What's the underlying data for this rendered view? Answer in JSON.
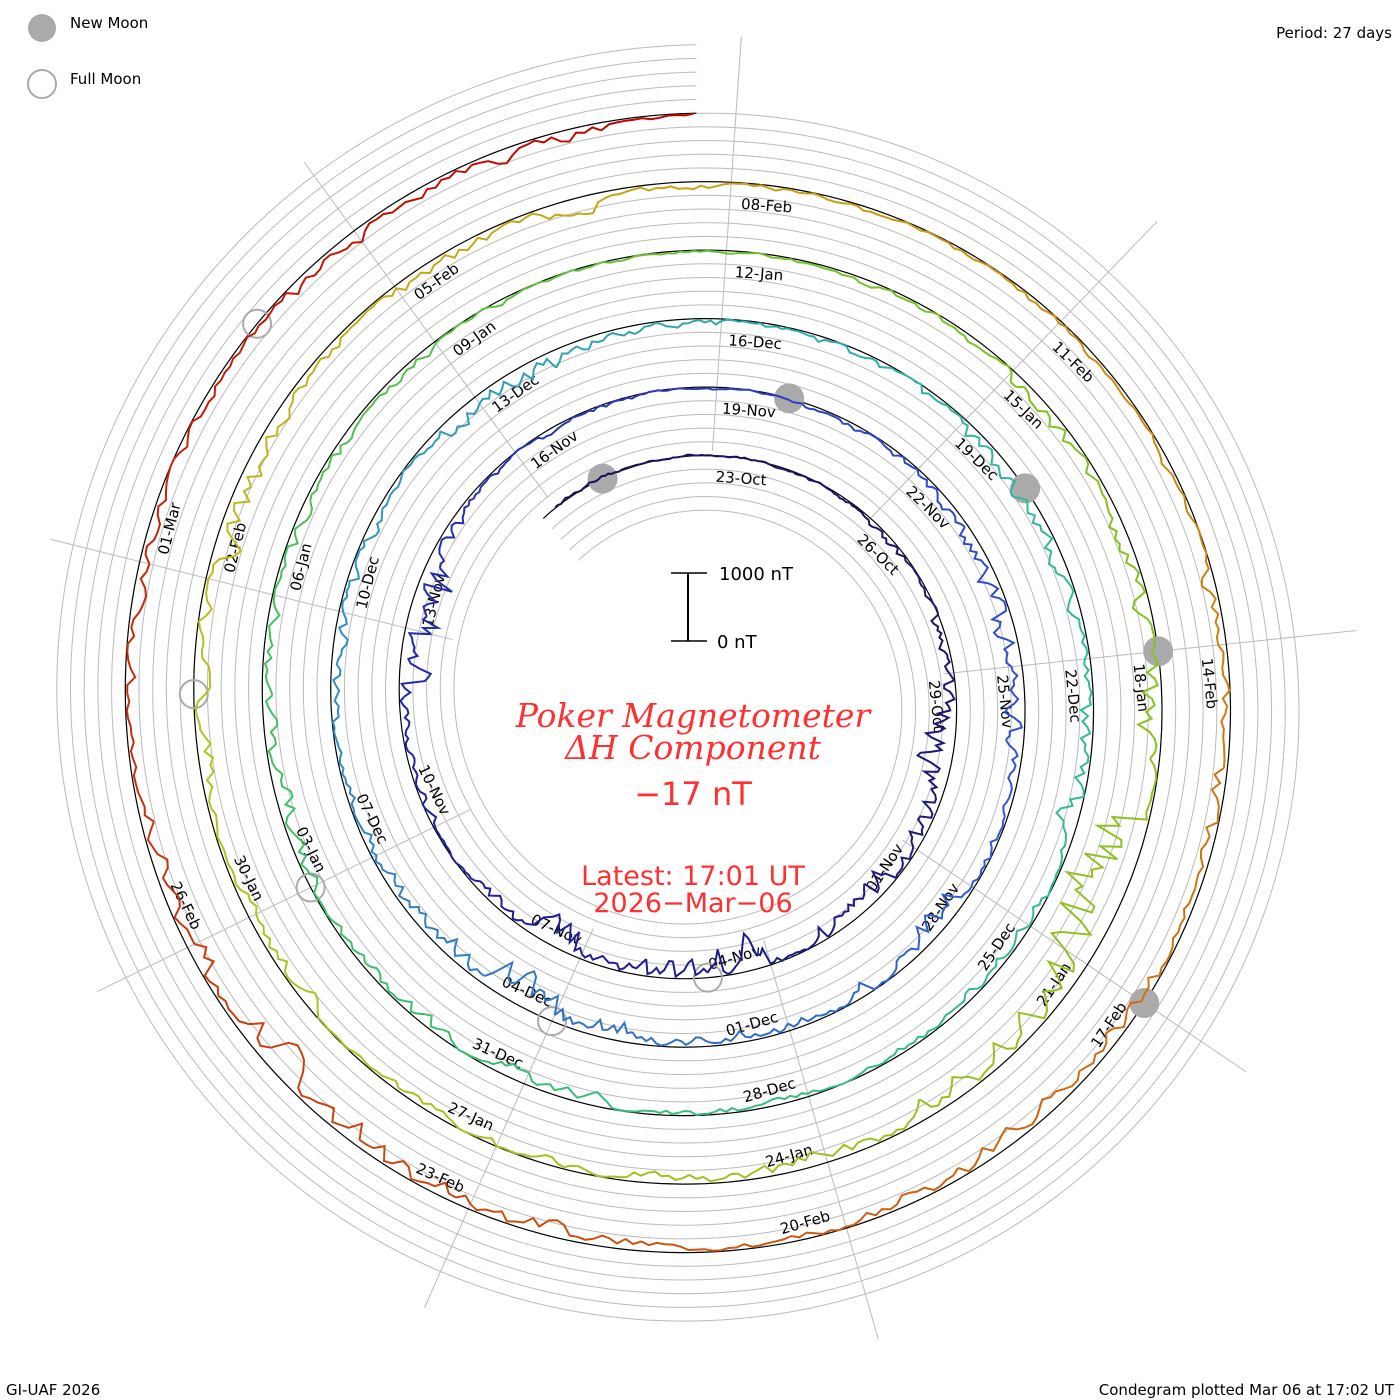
{
  "legend": {
    "new_moon": "New Moon",
    "full_moon": "Full Moon",
    "moon_color": "#aaaaaa"
  },
  "period_label": "Period: 27 days",
  "footer_left": "GI-UAF 2026",
  "footer_right": "Condegram plotted Mar 06 at 17:02 UT",
  "chart_data": {
    "type": "line",
    "title": "Poker Magnetometer",
    "subtitle": "ΔH Component",
    "current_value": "−17 nT",
    "latest_line1": "Latest: 17:01 UT",
    "latest_line2": "2026−Mar−06",
    "scale_bar": {
      "top_label": "1000 nT",
      "bottom_label": "0 nT",
      "value_nT": 1000
    },
    "period_days": 27,
    "end_day_offset": 134.71,
    "daily_min_nT": [
      40,
      30,
      20,
      10,
      -30,
      -60,
      -150,
      -80,
      -250,
      -500,
      -700,
      -400,
      -500,
      -300,
      -400,
      -700,
      -500,
      -200,
      -600,
      -200,
      -100,
      -150,
      -200,
      -800,
      -900,
      -300,
      -100,
      -150,
      -80,
      -50,
      -20,
      -100,
      -150,
      -200,
      -400,
      -600,
      -500,
      -200,
      -200,
      -500,
      -300,
      -200,
      -300,
      -250,
      -400,
      -700,
      -500,
      -300,
      -200,
      -200,
      -250,
      -300,
      -200,
      -350,
      -400,
      -300,
      -150,
      -100,
      -150,
      -200,
      -350,
      -450,
      -300,
      -400,
      -500,
      -200,
      -200,
      -150,
      -100,
      -150,
      -100,
      -250,
      -300,
      -300,
      -200,
      -350,
      -300,
      -250,
      -300,
      -200,
      -150,
      -100,
      -80,
      -60,
      -50,
      -100,
      -150,
      -250,
      -300,
      -400,
      -700,
      -1100,
      -1200,
      -900,
      -500,
      -300,
      -300,
      -250,
      -200,
      -200,
      -150,
      -250,
      -300,
      -350,
      -300,
      -500,
      -300,
      -200,
      -250,
      -400,
      -150,
      -100,
      -80,
      -100,
      -100,
      -150,
      -300,
      -200,
      -300,
      -250,
      -400,
      -350,
      -300,
      -200,
      -250,
      -350,
      -400,
      -600,
      -500,
      -300,
      -200,
      -250,
      -200,
      -150,
      -300,
      -200,
      -250,
      -100
    ],
    "color_stops": [
      {
        "day": -3,
        "color": "#1a1050"
      },
      {
        "day": 18,
        "color": "#2020a0"
      },
      {
        "day": 33,
        "color": "#3050d0"
      },
      {
        "day": 48,
        "color": "#3090c0"
      },
      {
        "day": 58,
        "color": "#30b8a0"
      },
      {
        "day": 74,
        "color": "#40c060"
      },
      {
        "day": 84,
        "color": "#80c020"
      },
      {
        "day": 101,
        "color": "#b8c020"
      },
      {
        "day": 108,
        "color": "#c8a010"
      },
      {
        "day": 115,
        "color": "#d07810"
      },
      {
        "day": 125,
        "color": "#c84010"
      },
      {
        "day": 135,
        "color": "#c00000"
      }
    ],
    "date_labels": [
      "23-Oct",
      "26-Oct",
      "29-Oct",
      "01-Nov",
      "04-Nov",
      "07-Nov",
      "10-Nov",
      "13-Nov",
      "16-Nov",
      "19-Nov",
      "22-Nov",
      "25-Nov",
      "28-Nov",
      "01-Dec",
      "04-Dec",
      "07-Dec",
      "10-Dec",
      "13-Dec",
      "16-Dec",
      "19-Dec",
      "22-Dec",
      "25-Dec",
      "28-Dec",
      "31-Dec",
      "03-Jan",
      "06-Jan",
      "09-Jan",
      "12-Jan",
      "15-Jan",
      "18-Jan",
      "21-Jan",
      "24-Jan",
      "27-Jan",
      "30-Jan",
      "02-Feb",
      "05-Feb",
      "08-Feb",
      "11-Feb",
      "14-Feb",
      "17-Feb",
      "20-Feb",
      "23-Feb",
      "26-Feb",
      "01-Mar"
    ],
    "new_moons_day": [
      -2,
      28,
      58,
      87,
      117
    ],
    "full_moons_day": [
      13,
      42,
      72,
      101,
      131
    ]
  }
}
